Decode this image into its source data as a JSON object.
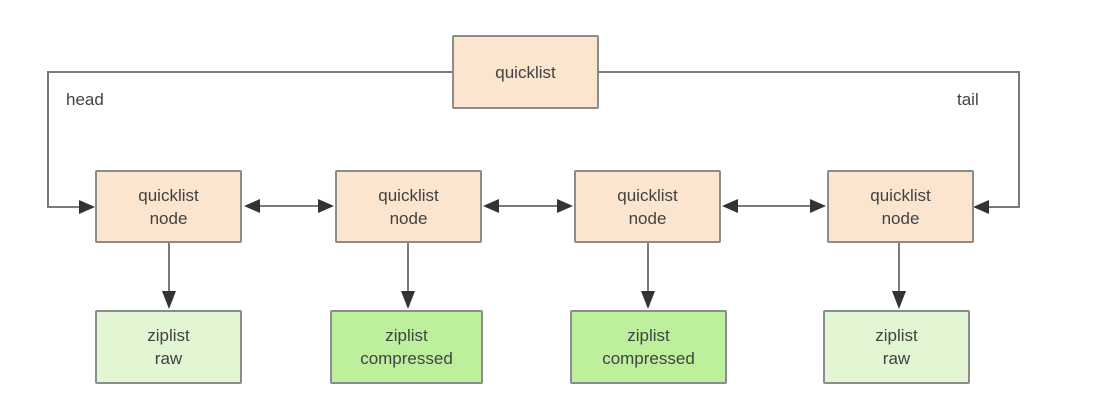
{
  "diagram": {
    "root": {
      "label": "quicklist"
    },
    "head_label": "head",
    "tail_label": "tail",
    "nodes": [
      {
        "line1": "quicklist",
        "line2": "node"
      },
      {
        "line1": "quicklist",
        "line2": "node"
      },
      {
        "line1": "quicklist",
        "line2": "node"
      },
      {
        "line1": "quicklist",
        "line2": "node"
      }
    ],
    "ziplists": [
      {
        "line1": "ziplist",
        "line2": "raw",
        "variant": "raw"
      },
      {
        "line1": "ziplist",
        "line2": "compressed",
        "variant": "compressed"
      },
      {
        "line1": "ziplist",
        "line2": "compressed",
        "variant": "compressed"
      },
      {
        "line1": "ziplist",
        "line2": "raw",
        "variant": "raw"
      }
    ],
    "colors": {
      "node_fill": "#fbe5ce",
      "ziplist_raw_fill": "#e3f6d4",
      "ziplist_compressed_fill": "#bdf09c",
      "box_border": "#8c8c8c",
      "line": "#7a7a7a",
      "arrowhead": "#333333",
      "text": "#424242",
      "background": "#ffffff"
    }
  }
}
